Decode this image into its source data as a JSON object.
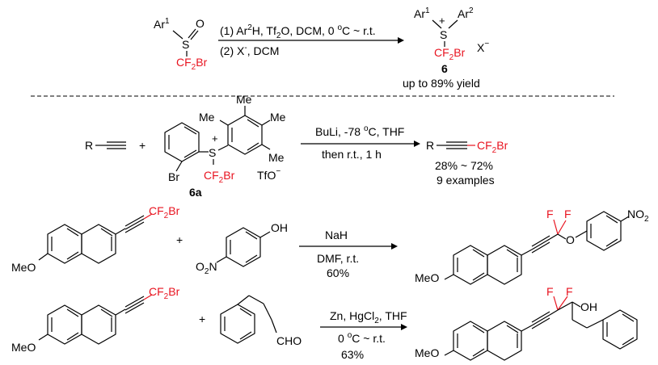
{
  "colors": {
    "accent": "#e8131f",
    "ink": "#000000"
  },
  "top": {
    "reactant": {
      "ar1": "Ar",
      "ar1_sup": "1",
      "s": "S",
      "o": "O",
      "cf2br": "CF",
      "cf2br_sub": "2",
      "cf2br_br": "Br"
    },
    "cond1_a": "(1) Ar",
    "cond1_sup": "2",
    "cond1_b": "H, Tf",
    "cond1_sub": "2",
    "cond1_c": "O, DCM, 0 ",
    "cond1_deg": "o",
    "cond1_d": "C ~ r.t.",
    "cond2_a": "(2) X",
    "cond2_sup": "-",
    "cond2_b": ", DCM",
    "product": {
      "ar1": "Ar",
      "ar1_sup": "1",
      "ar2": "Ar",
      "ar2_sup": "2",
      "s": "S",
      "plus": "+",
      "cf2br": "CF",
      "cf2br_sub": "2",
      "cf2br_br": "Br",
      "x": "X",
      "x_sup": "−",
      "label": "6",
      "yield": "up to 89% yield"
    }
  },
  "r1": {
    "r": "R",
    "plus": "+",
    "me1": "Me",
    "me2": "Me",
    "me3": "Me",
    "me4": "Me",
    "s": "S",
    "s_plus": "+",
    "br": "Br",
    "cf2br": "CF",
    "cf2br_sub": "2",
    "cf2br_br": "Br",
    "tfo": "TfO",
    "tfo_sup": "−",
    "label": "6a",
    "cond_a": "BuLi, -78 ",
    "cond_deg": "o",
    "cond_b": "C, THF",
    "cond2": "then r.t., 1 h",
    "prod_r": "R",
    "prod_cf2br": "CF",
    "prod_cf2br_sub": "2",
    "prod_cf2br_br": "Br",
    "yield": "28% ~ 72%",
    "examples": "9 examples"
  },
  "r2": {
    "cf2br": "CF",
    "cf2br_sub": "2",
    "cf2br_br": "Br",
    "meo": "MeO",
    "plus": "+",
    "oh": "OH",
    "o2n": "O",
    "o2n_sub": "2",
    "o2n_n": "N",
    "cond1": "NaH",
    "cond2": "DMF, r.t.",
    "yield": "60%",
    "f1": "F",
    "f2": "F",
    "o": "O",
    "no2": "NO",
    "no2_sub": "2",
    "meo_p": "MeO"
  },
  "r3": {
    "cf2br": "CF",
    "cf2br_sub": "2",
    "cf2br_br": "Br",
    "meo": "MeO",
    "plus": "+",
    "cho": "CHO",
    "cond_a": "Zn, HgCl",
    "cond_sub": "2",
    "cond_b": ", THF",
    "cond2_a": "0 ",
    "cond2_deg": "o",
    "cond2_b": "C ~ r.t.",
    "yield": "63%",
    "f1": "F",
    "f2": "F",
    "oh": "OH",
    "meo_p": "MeO"
  }
}
